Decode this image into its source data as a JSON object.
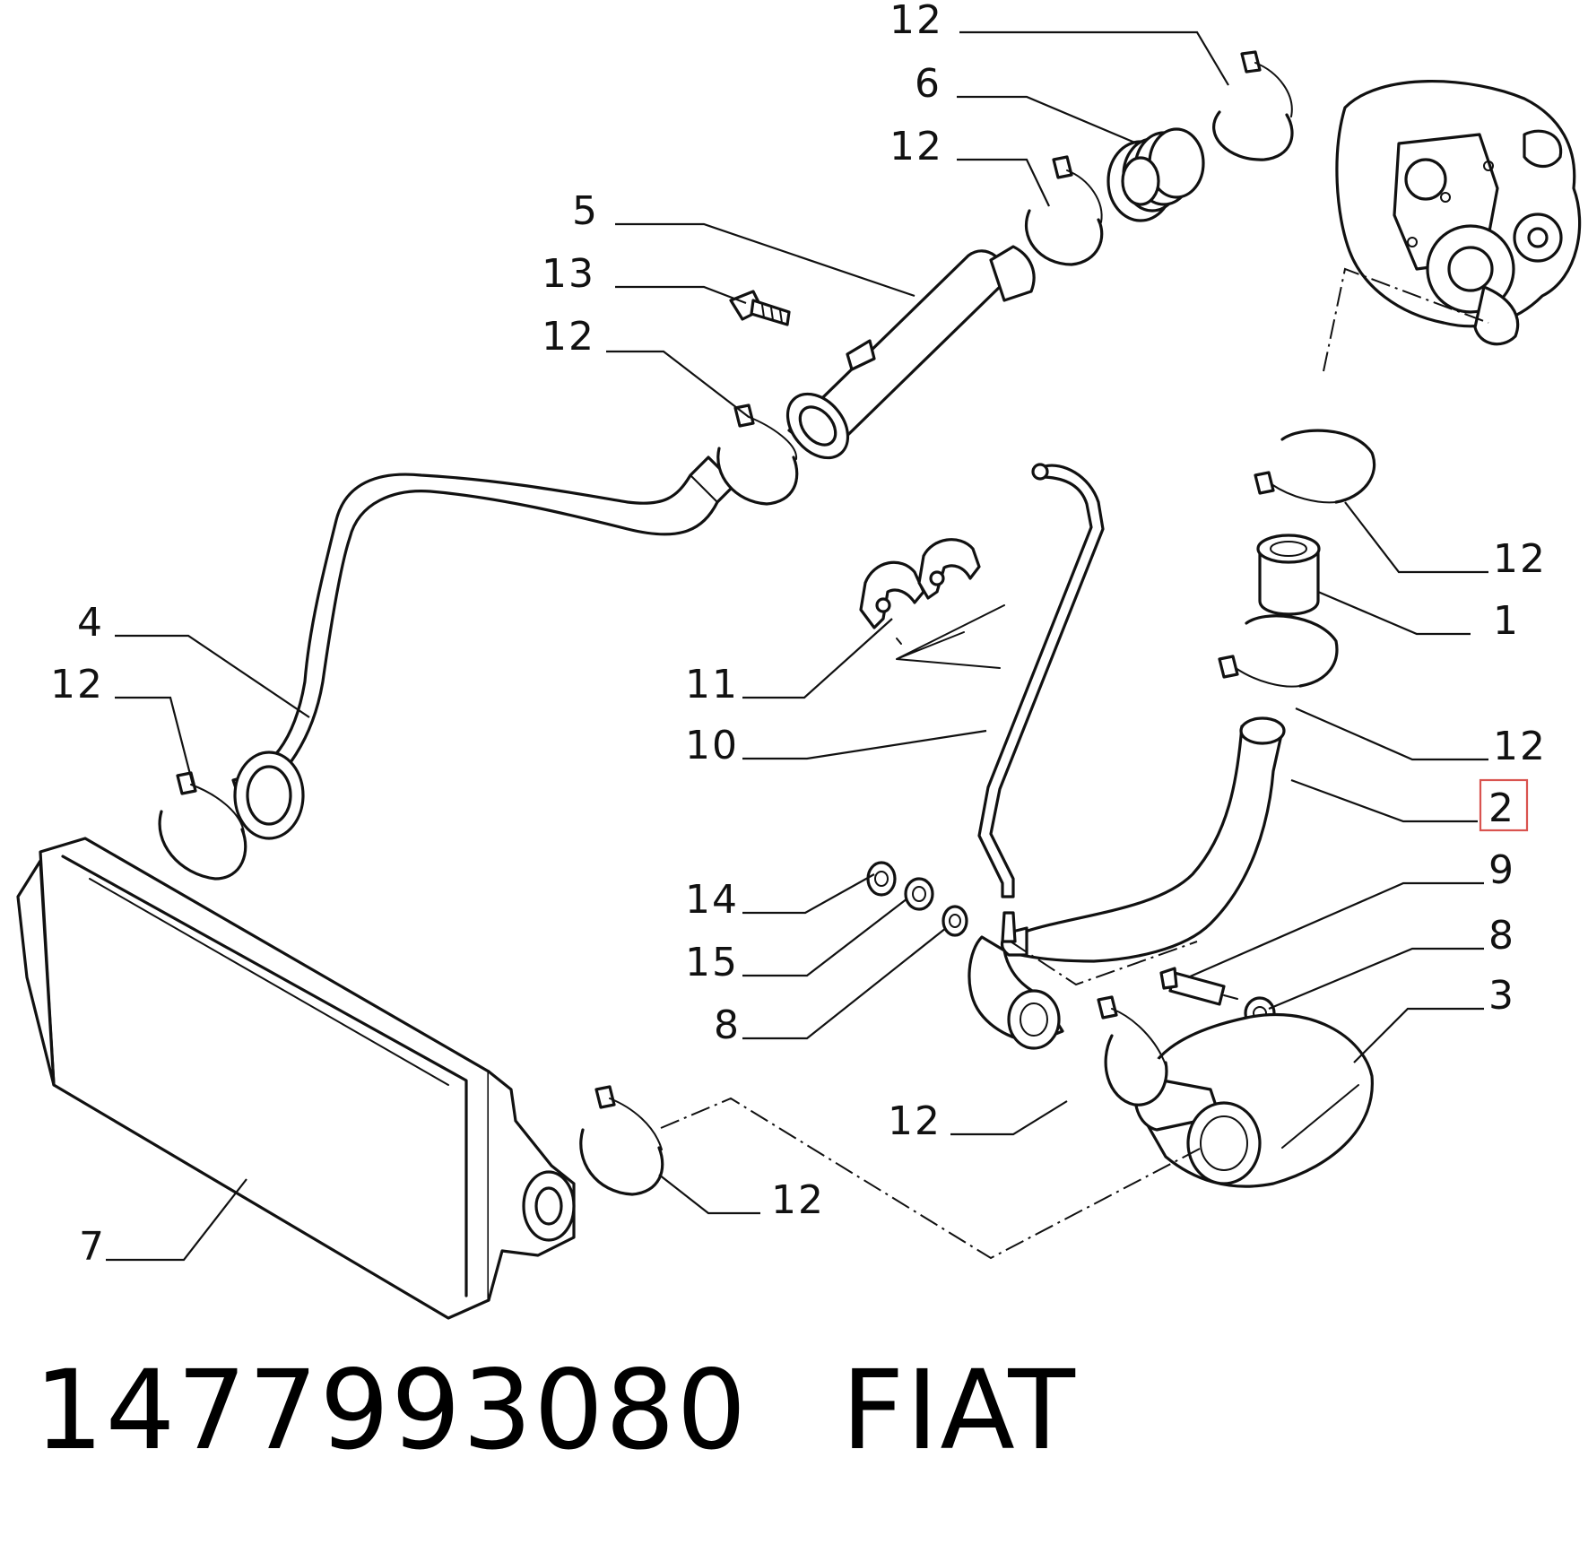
{
  "diagram": {
    "callouts": [
      {
        "id": "c12a",
        "text": "12"
      },
      {
        "id": "c6",
        "text": "6"
      },
      {
        "id": "c12b",
        "text": "12"
      },
      {
        "id": "c5",
        "text": "5"
      },
      {
        "id": "c13",
        "text": "13"
      },
      {
        "id": "c12c",
        "text": "12"
      },
      {
        "id": "c12d",
        "text": "12"
      },
      {
        "id": "c1",
        "text": "1"
      },
      {
        "id": "c4",
        "text": "4"
      },
      {
        "id": "c12e",
        "text": "12"
      },
      {
        "id": "c11",
        "text": "11"
      },
      {
        "id": "c12f",
        "text": "12"
      },
      {
        "id": "c10",
        "text": "10"
      },
      {
        "id": "c2",
        "text": "2"
      },
      {
        "id": "c9",
        "text": "9"
      },
      {
        "id": "c14",
        "text": "14"
      },
      {
        "id": "c15",
        "text": "15"
      },
      {
        "id": "c8a",
        "text": "8"
      },
      {
        "id": "c8b",
        "text": "8"
      },
      {
        "id": "c3",
        "text": "3"
      },
      {
        "id": "c12g",
        "text": "12"
      },
      {
        "id": "c12h",
        "text": "12"
      },
      {
        "id": "c7",
        "text": "7"
      }
    ],
    "highlighted_callout": "2",
    "highlight_color": "#d9534f",
    "line_color": "#111111"
  },
  "footer": {
    "part_number": "1477993080",
    "brand": "FIAT"
  }
}
